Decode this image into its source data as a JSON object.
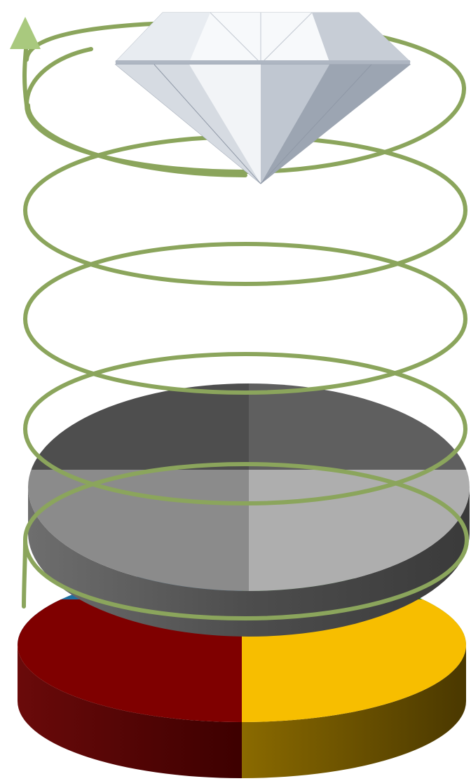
{
  "diagram": {
    "type": "spiral-stack",
    "top_object": "diamond",
    "arrow": {
      "direction": "up",
      "shape": "triangle"
    },
    "spiral": {
      "turns": 5
    },
    "stack": [
      {
        "layer": "upper-disc",
        "segments": 4
      },
      {
        "layer": "lower-disc",
        "segments": 4
      }
    ]
  },
  "colors": {
    "spiral": "#8BA55C",
    "arrow_head": "#A9C97E",
    "upper_disc_top": [
      "#4E4E4E",
      "#5F5F5F",
      "#8B8B8B",
      "#AEAEAE"
    ],
    "upper_disc_side": "#4A4A4A",
    "lower_disc_top": {
      "back_left": "#1F6FA0",
      "back_right": "#2E8B2E",
      "front_left": "#7F0000",
      "front_right": "#F7BE00"
    },
    "lower_disc_side": {
      "left": "#5A0000",
      "right": "#6B5300"
    },
    "diamond_light": "#F4F6F9",
    "diamond_shadow": "#8A94A3"
  },
  "icons": [
    "diamond-icon",
    "arrow-up-icon"
  ]
}
